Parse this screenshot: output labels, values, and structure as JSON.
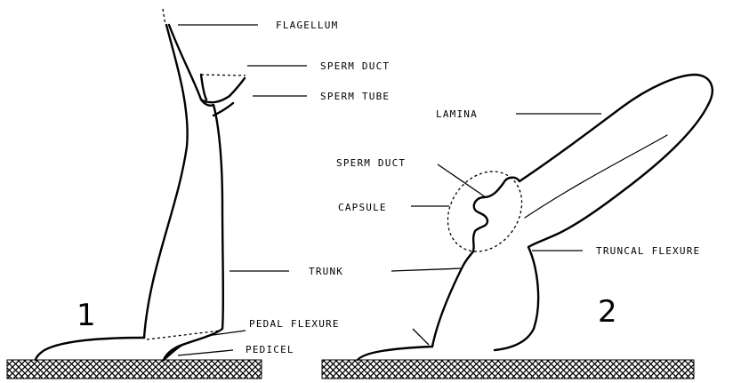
{
  "figure_numbers": {
    "fig1": "1",
    "fig2": "2"
  },
  "labels": {
    "flagellum": "FLAGELLUM",
    "sperm_duct_1": "SPERM DUCT",
    "sperm_tube": "SPERM TUBE",
    "lamina": "LAMINA",
    "sperm_duct_2": "SPERM DUCT",
    "capsule": "CAPSULE",
    "truncal_flexure": "TRUNCAL FLEXURE",
    "trunk": "TRUNK",
    "pedal_flexure": "PEDAL FLEXURE",
    "pedicel": "PEDICEL"
  },
  "colors": {
    "ink": "#000000",
    "paper": "#ffffff"
  }
}
